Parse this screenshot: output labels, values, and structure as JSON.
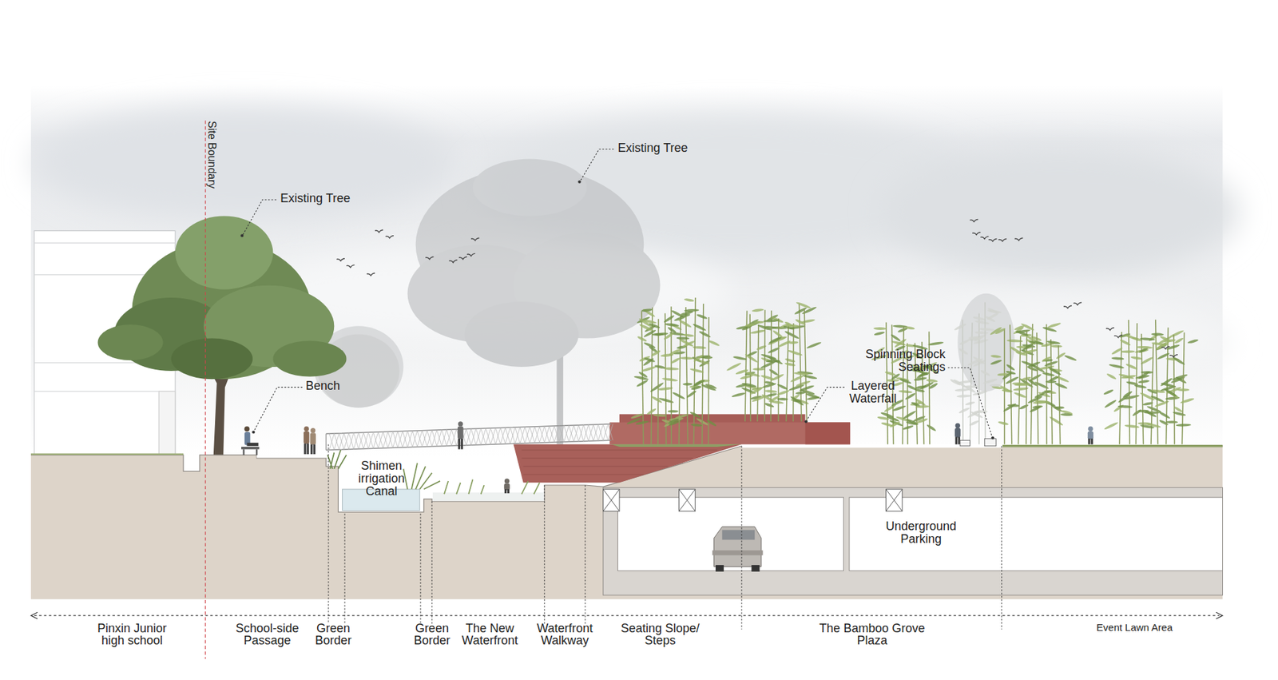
{
  "diagram": {
    "nodes": [
      {
        "text": [
          "Underground Parking"
        ]
      }
    ],
    "labels": [
      "Site Boundary",
      "Existing Tree",
      "Existing Tree",
      "Bench",
      "Shimen irrigation Canal",
      "Layered Waterfall",
      "Spinning Block Seatings",
      "Pinxin Junior high school",
      "School-side Passage",
      "Green Border",
      "Green Border",
      "The New Waterfront",
      "Waterfront Walkway",
      "Seating Slope/ Steps",
      "The Bamboo Grove Plaza",
      "Event Lawn Area"
    ]
  }
}
